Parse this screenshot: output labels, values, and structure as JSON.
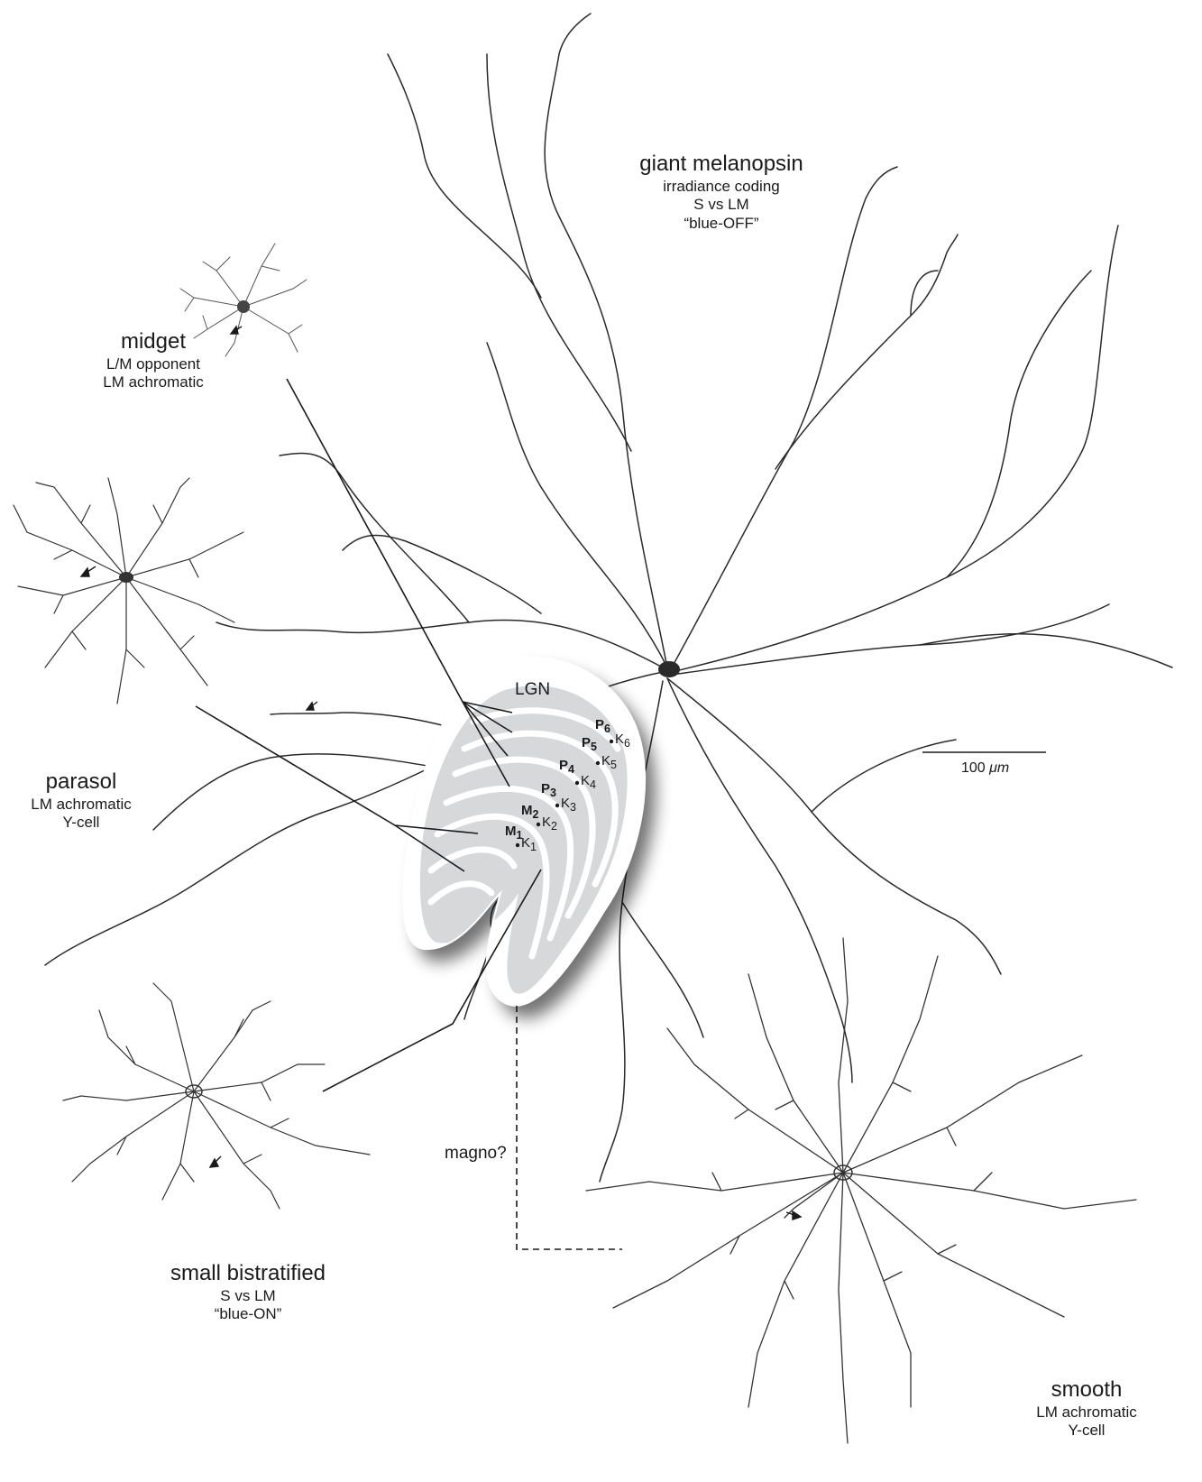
{
  "cells": {
    "giant_melanopsin": {
      "name": "giant melanopsin",
      "lines": [
        "irradiance coding",
        "S vs LM",
        "“blue-OFF”"
      ]
    },
    "midget": {
      "name": "midget",
      "lines": [
        "L/M opponent",
        "LM achromatic"
      ]
    },
    "parasol": {
      "name": "parasol",
      "lines": [
        "LM achromatic",
        "Y-cell"
      ]
    },
    "small_bistratified": {
      "name": "small bistratified",
      "lines": [
        "S vs LM",
        "“blue-ON”"
      ]
    },
    "smooth": {
      "name": "smooth",
      "lines": [
        "LM achromatic",
        "Y-cell"
      ]
    }
  },
  "lgn": {
    "title": "LGN",
    "p_layers": [
      {
        "letter": "P",
        "sub": "6"
      },
      {
        "letter": "P",
        "sub": "5"
      },
      {
        "letter": "P",
        "sub": "4"
      },
      {
        "letter": "P",
        "sub": "3"
      }
    ],
    "m_layers": [
      {
        "letter": "M",
        "sub": "2"
      },
      {
        "letter": "M",
        "sub": "1"
      }
    ],
    "k_layers": [
      {
        "letter": "K",
        "sub": "6"
      },
      {
        "letter": "K",
        "sub": "5"
      },
      {
        "letter": "K",
        "sub": "4"
      },
      {
        "letter": "K",
        "sub": "3"
      },
      {
        "letter": "K",
        "sub": "2"
      },
      {
        "letter": "K",
        "sub": "1"
      }
    ]
  },
  "scale_bar": {
    "value": "100",
    "unit": "μm"
  },
  "magno_label": "magno?",
  "colors": {
    "ink": "#1a1a1a",
    "lgn_fill": "#d7d8da",
    "lgn_band": "#ffffff",
    "dendrite": "#2a2a2a"
  }
}
